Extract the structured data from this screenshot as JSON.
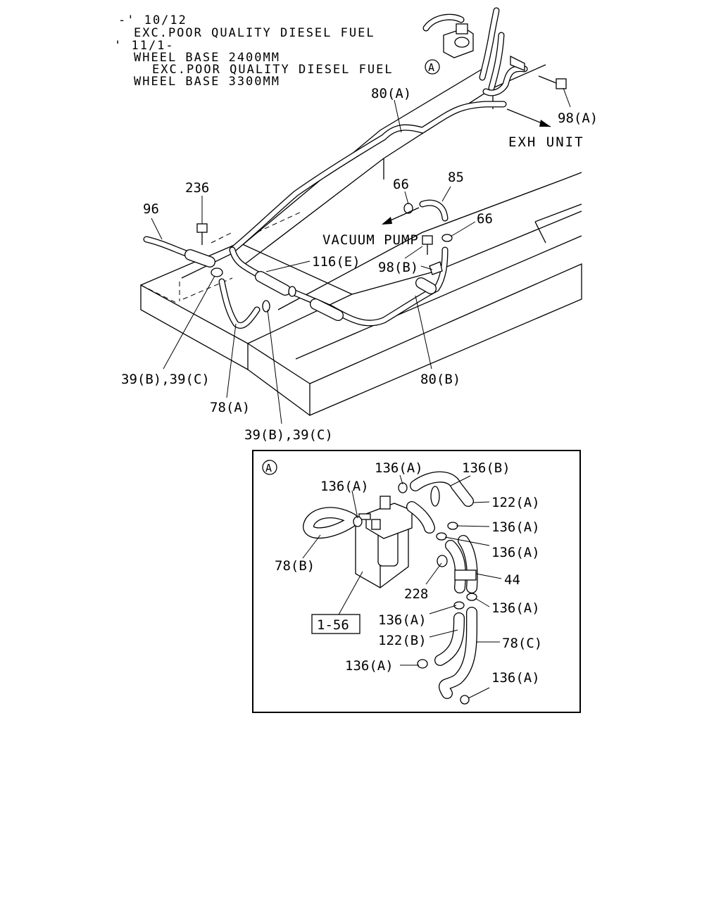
{
  "notes": {
    "line1": "-' 10/12",
    "line2": "EXC.POOR QUALITY DIESEL FUEL",
    "line3": "' 11/1-",
    "line4": "WHEEL BASE 2400MM",
    "line5": "EXC.POOR QUALITY DIESEL FUEL",
    "line6": "WHEEL BASE 3300MM"
  },
  "labels": {
    "p80a": "80(A)",
    "p98a": "98(A)",
    "exh": "EXH UNIT",
    "p236": "236",
    "p96": "96",
    "p66a": "66",
    "p85": "85",
    "p66b": "66",
    "vacuum": "VACUUM PUMP",
    "p116e": "116(E)",
    "p98b": "98(B)",
    "p39a": "39(B),39(C)",
    "p78a": "78(A)",
    "p39b": "39(B),39(C)",
    "p80b": "80(B)",
    "refA": "A",
    "refA2": "A"
  },
  "detail": {
    "p136a1": "136(A)",
    "p136b": "136(B)",
    "p136a2": "136(A)",
    "p122a": "122(A)",
    "p136a3": "136(A)",
    "p136a4": "136(A)",
    "p78b": "78(B)",
    "p44": "44",
    "p228": "228",
    "p136a5": "136(A)",
    "p136a6": "136(A)",
    "p156": "1-56",
    "p122b": "122(B)",
    "p78c": "78(C)",
    "p136a7": "136(A)",
    "p136a8": "136(A)"
  },
  "icons": [
    "arrow-icon",
    "clamp-icon",
    "bolt-icon",
    "fuel-filter-icon"
  ]
}
